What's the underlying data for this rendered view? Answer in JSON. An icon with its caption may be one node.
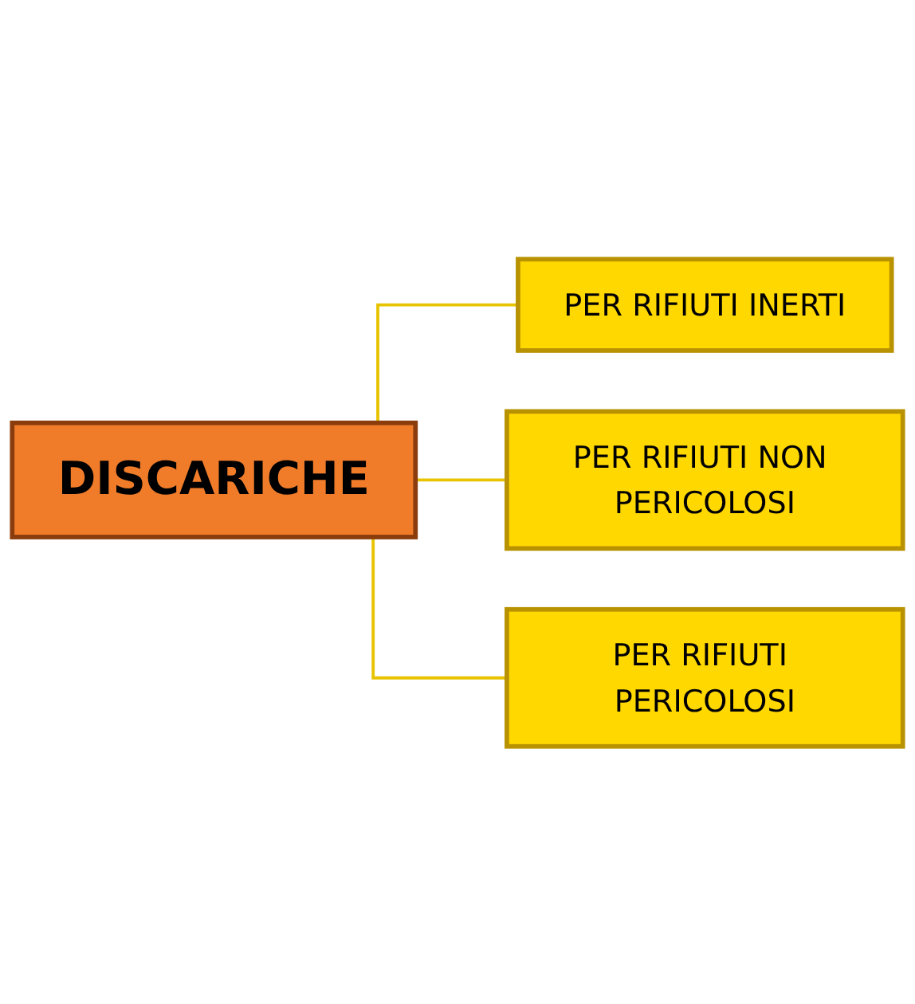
{
  "diagram": {
    "nodes": [
      {
        "text": [
          "DISCARICHE"
        ]
      },
      {
        "text": [
          "PER RIFIUTI INERTI"
        ]
      },
      {
        "text": [
          "PER RIFIUTI NON PERICOLOSI"
        ]
      },
      {
        "text": [
          "PER RIFIUTI PERICOLOSI"
        ]
      }
    ],
    "edges": [
      {
        "from": 0,
        "to": 1,
        "arrow": "none"
      },
      {
        "from": 0,
        "to": 2,
        "arrow": "none"
      },
      {
        "from": 0,
        "to": 3,
        "arrow": "none"
      }
    ]
  }
}
